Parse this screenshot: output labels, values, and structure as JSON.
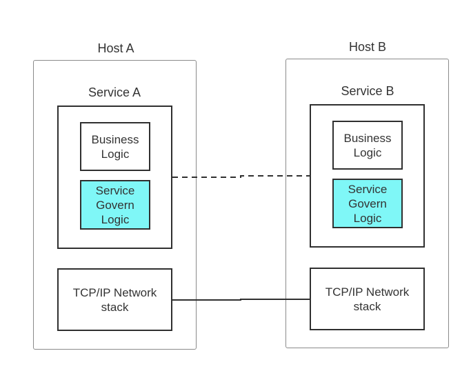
{
  "diagram": {
    "host_a": {
      "title": "Host A",
      "service_title": "Service A",
      "business_logic": "Business\nLogic",
      "service_govern_logic": "Service\nGovern\nLogic",
      "network_stack": "TCP/IP Network\nstack"
    },
    "host_b": {
      "title": "Host B",
      "service_title": "Service B",
      "business_logic": "Business\nLogic",
      "service_govern_logic": "Service\nGovern\nLogic",
      "network_stack": "TCP/IP Network\nstack"
    },
    "colors": {
      "govern_fill": "#7ff7f7",
      "box_border": "#2f2f2f",
      "host_border": "#8a8a8a"
    }
  }
}
